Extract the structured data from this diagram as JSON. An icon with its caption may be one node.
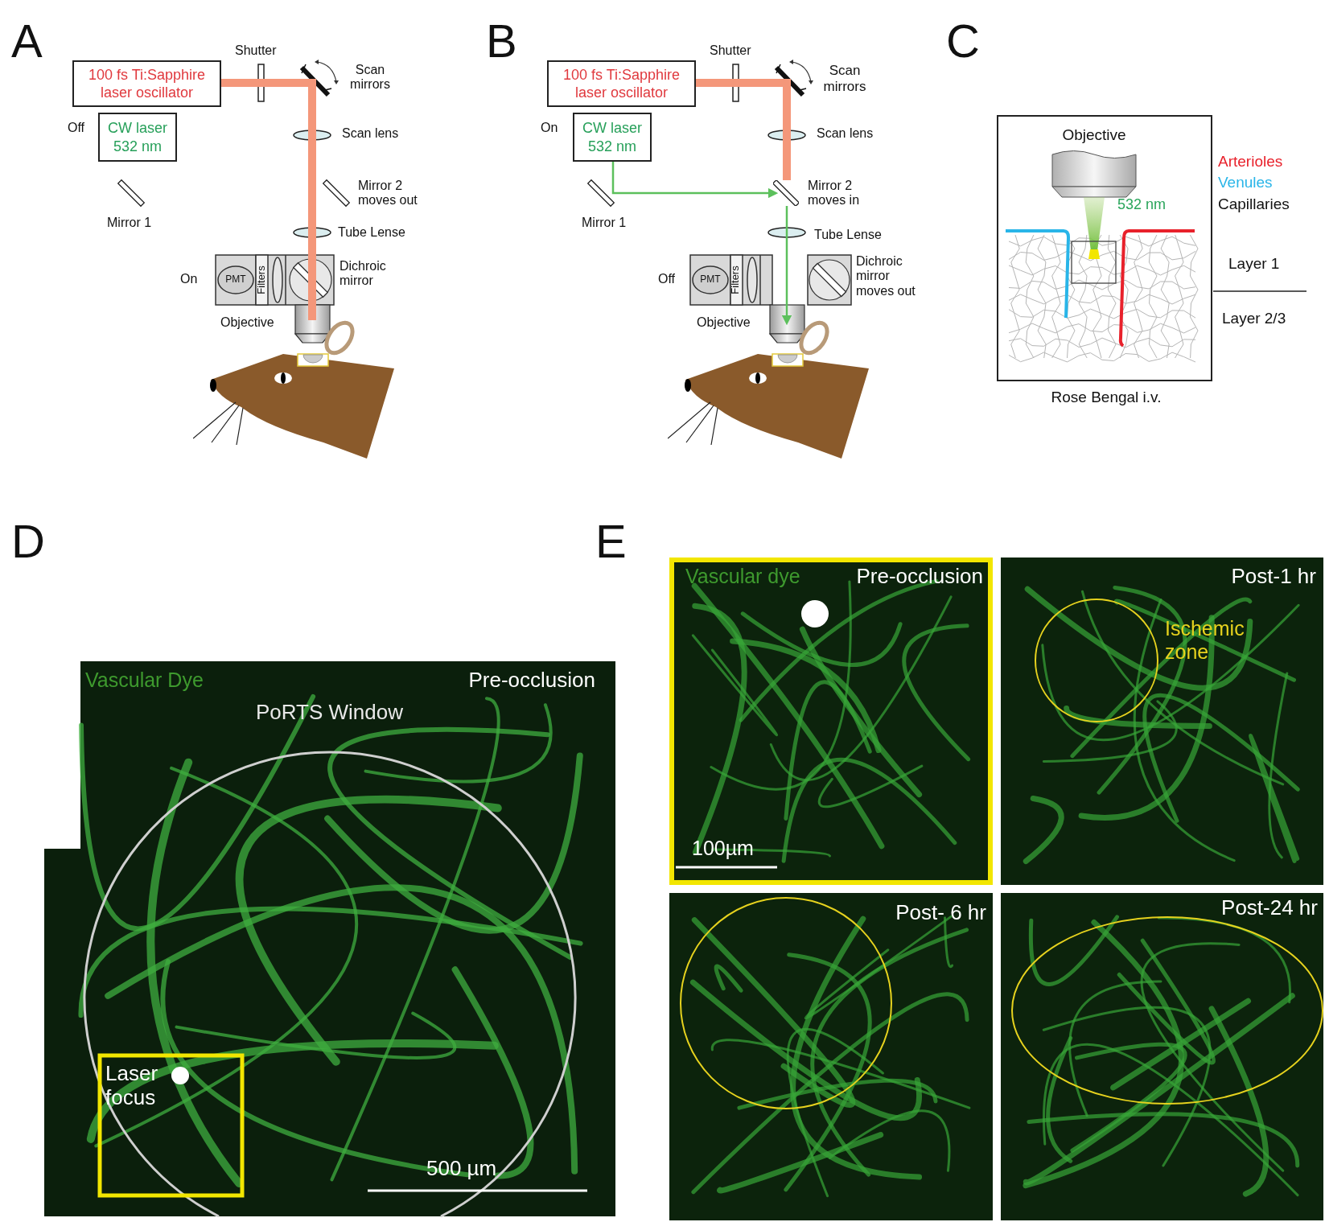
{
  "diagram": {
    "nodes": [
      {
        "text": [
          "100 fs Ti:Sapphire laser oscillator"
        ]
      },
      {
        "text": [
          "CW laser 532 nm"
        ]
      },
      {
        "text": [],
        "shape": "picture"
      },
      {
        "text": [
          "100 fs Ti:Sapphire laser oscillator"
        ]
      },
      {
        "text": [
          "CW laser 532 nm"
        ]
      },
      {
        "text": [],
        "shape": "picture"
      },
      {
        "text": [],
        "shape": "bar"
      }
    ],
    "edges": [
      {
        "from": 0,
        "to": 2,
        "arrow": "none",
        "style": "thick",
        "color": "#f4977a"
      },
      {
        "from": 3,
        "to": 6,
        "arrow": "none",
        "style": "thick",
        "color": "#f4977a"
      },
      {
        "from": 4,
        "to": 6,
        "arrow": "to",
        "color": "#5cc05c"
      },
      {
        "from": 6,
        "to": 5,
        "arrow": "to",
        "color": "#5cc05c"
      }
    ],
    "labels": [
      "A",
      "Shutter",
      "Scan mirrors",
      "Off",
      "Scan lens",
      "Mirror 1",
      "Mirror 2 moves out",
      "Tube Lense",
      "On",
      "PMT",
      "Filters",
      "Dichroic mirror",
      "Objective",
      "B",
      "Shutter",
      "Scan mirrors",
      "On",
      "Scan lens",
      "Mirror 1",
      "Mirror 2 moves in",
      "Tube Lense",
      "Off",
      "PMT",
      "Filters",
      "Dichroic mirror moves out",
      "Objective",
      "C",
      "Objective",
      "Arterioles",
      "Venules",
      "532 nm",
      "Capillaries",
      "Layer 1",
      "Layer 2/3",
      "Rose Bengal i.v.",
      "D",
      "E",
      "Vascular Dye",
      "Pre-occlusion",
      "PoRTS Window",
      "Laser focus",
      "500 µm",
      "Vascular dye",
      "Pre-occlusion",
      "Post-1 hr",
      "Ischemic zone",
      "100µm",
      "Post- 6 hr",
      "Post-24 hr"
    ]
  }
}
